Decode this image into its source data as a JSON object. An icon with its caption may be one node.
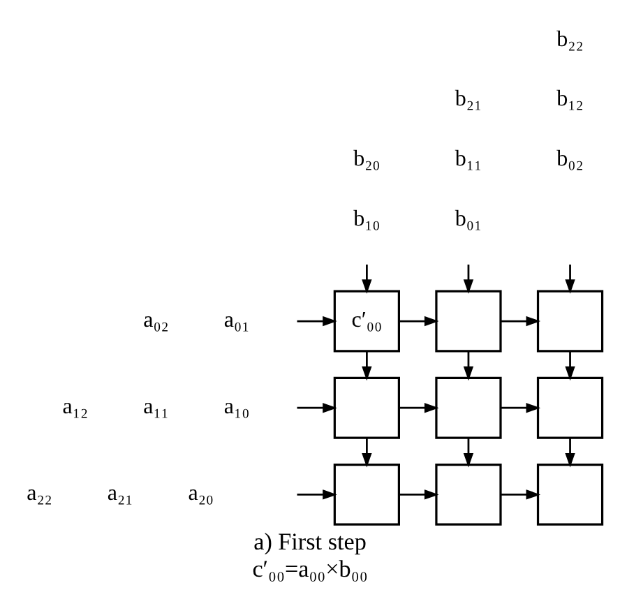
{
  "diagram": {
    "title": "a) First step",
    "caption": "c′₀₀=a₀₀×b₀₀",
    "nodes": [
      {
        "text": [
          "c′₀₀"
        ]
      },
      {
        "text": [],
        "shape": "box"
      },
      {
        "text": [],
        "shape": "box"
      },
      {
        "text": [],
        "shape": "box"
      },
      {
        "text": [],
        "shape": "box"
      },
      {
        "text": [],
        "shape": "box"
      },
      {
        "text": [],
        "shape": "box"
      },
      {
        "text": [],
        "shape": "box"
      },
      {
        "text": [],
        "shape": "box"
      }
    ],
    "edges": [
      {
        "from": null,
        "to": 0,
        "arrow": "to"
      },
      {
        "from": null,
        "to": 1,
        "arrow": "to"
      },
      {
        "from": null,
        "to": 2,
        "arrow": "to"
      },
      {
        "from": null,
        "to": 0,
        "arrow": "to"
      },
      {
        "from": null,
        "to": 3,
        "arrow": "to"
      },
      {
        "from": null,
        "to": 6,
        "arrow": "to"
      },
      {
        "from": 0,
        "to": 1,
        "arrow": "to"
      },
      {
        "from": 1,
        "to": 2,
        "arrow": "to"
      },
      {
        "from": 3,
        "to": 4,
        "arrow": "to"
      },
      {
        "from": 4,
        "to": 5,
        "arrow": "to"
      },
      {
        "from": 6,
        "to": 7,
        "arrow": "to"
      },
      {
        "from": 7,
        "to": 8,
        "arrow": "to"
      },
      {
        "from": 0,
        "to": 3,
        "arrow": "to"
      },
      {
        "from": 1,
        "to": 4,
        "arrow": "to"
      },
      {
        "from": 2,
        "to": 5,
        "arrow": "to"
      },
      {
        "from": 3,
        "to": 6,
        "arrow": "to"
      },
      {
        "from": 4,
        "to": 7,
        "arrow": "to"
      },
      {
        "from": 5,
        "to": 8,
        "arrow": "to"
      }
    ],
    "labels": [
      "b₂₂",
      "b₂₁",
      "b₁₂",
      "b₂₀",
      "b₁₁",
      "b₀₂",
      "b₁₀",
      "b₀₁",
      "a₀₂",
      "a₀₁",
      "a₁₂",
      "a₁₁",
      "a₁₀",
      "a₂₂",
      "a₂₁",
      "a₂₀"
    ]
  }
}
